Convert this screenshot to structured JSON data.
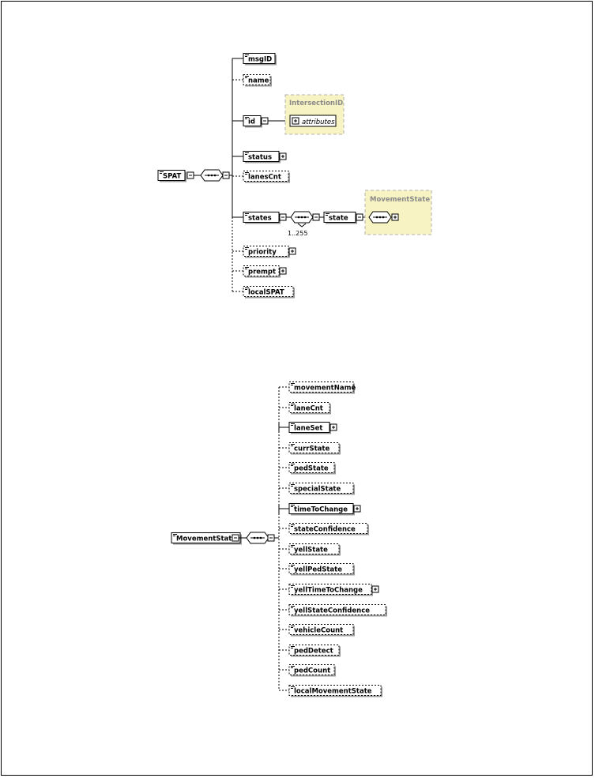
{
  "spat": {
    "root": "SPAT",
    "children": [
      {
        "label": "msgID",
        "required": true,
        "plus": false
      },
      {
        "label": "name",
        "required": false,
        "plus": false
      },
      {
        "label": "id",
        "required": true,
        "plus": false
      },
      {
        "label": "status",
        "required": true,
        "plus": true
      },
      {
        "label": "lanesCnt",
        "required": false,
        "plus": false
      },
      {
        "label": "states",
        "required": true,
        "plus": false
      },
      {
        "label": "priority",
        "required": false,
        "plus": true
      },
      {
        "label": "prempt",
        "required": false,
        "plus": true
      },
      {
        "label": "localSPAT",
        "required": false,
        "plus": false
      }
    ],
    "id_type": {
      "name": "IntersectionID",
      "attributes_label": "attributes"
    },
    "states_occurrence": "1..255",
    "state_label": "state",
    "movement_type": {
      "name": "MovementState"
    }
  },
  "movement": {
    "root": "MovementState",
    "children": [
      {
        "label": "movementName",
        "required": false,
        "plus": false
      },
      {
        "label": "laneCnt",
        "required": false,
        "plus": false
      },
      {
        "label": "laneSet",
        "required": true,
        "plus": true
      },
      {
        "label": "currState",
        "required": false,
        "plus": false
      },
      {
        "label": "pedState",
        "required": false,
        "plus": false
      },
      {
        "label": "specialState",
        "required": false,
        "plus": false
      },
      {
        "label": "timeToChange",
        "required": true,
        "plus": true
      },
      {
        "label": "stateConfidence",
        "required": false,
        "plus": false
      },
      {
        "label": "yellState",
        "required": false,
        "plus": false
      },
      {
        "label": "yellPedState",
        "required": false,
        "plus": false
      },
      {
        "label": "yellTimeToChange",
        "required": false,
        "plus": true
      },
      {
        "label": "yellStateConfidence",
        "required": false,
        "plus": false
      },
      {
        "label": "vehicleCount",
        "required": false,
        "plus": false
      },
      {
        "label": "pedDetect",
        "required": false,
        "plus": false
      },
      {
        "label": "pedCount",
        "required": false,
        "plus": false
      },
      {
        "label": "localMovementState",
        "required": false,
        "plus": false
      }
    ]
  },
  "colors": {
    "type_fill": "#f7f3c2",
    "type_border": "#b0b0b0",
    "line": "#000000"
  }
}
